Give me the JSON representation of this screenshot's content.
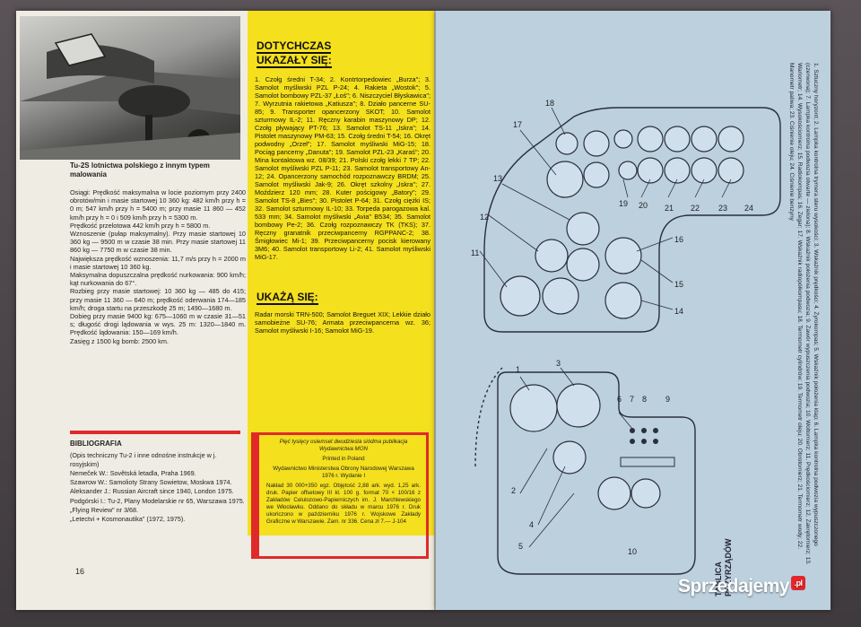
{
  "left_page": {
    "caption": "Tu-2S lotnictwa polskiego z innym typem malowania",
    "specs": [
      "Osiągi: Prędkość maksymalna w locie poziomym przy 2400 obrotów/min i masie startowej 10 360 kg: 482 km/h przy h = 0 m; 547 km/h przy h = 5400 m; przy masie 11 860 — 452 km/h przy h = 0 i 509 km/h przy h = 5300 m.",
      "Prędkość przelotowa 442 km/h przy h = 5800 m.",
      "Wznoszenie (pułap maksymalny). Przy masie startowej 10 360 kg — 9500 m w czasie 38 min. Przy masie startowej 11 860 kg — 7750 m w czasie 38 min.",
      "Największa prędkość wznoszenia: 11,7 m/s przy h = 2000 m i masie startowej 10 360 kg.",
      "Maksymalna dopuszczalna prędkość nurkowania: 900 km/h; kąt nurkowania do 67°.",
      "Rozbieg przy masie startowej: 10 360 kg — 485 do 415; przy masie 11 360 — 640 m; prędkość oderwania 174—185 km/h; droga startu na przeszkodę 25 m; 1490—1680 m.",
      "Dobieg przy masie 9400 kg: 675—1060 m w czasie 31—51 s; długość drogi lądowania w wys. 25 m: 1320—1840 m. Prędkość lądowania: 150—169 km/h.",
      "Zasięg z 1500 kg bomb: 2500 km."
    ],
    "bibliography_title": "BIBLIOGRAFIA",
    "bibliography": [
      "(Opis techniczny Tu-2 i inne odnośne instrukcje w j. rosyjskim)",
      "Nemeček W.: Sovětská letadla, Praha 1969.",
      "Szawrow W.: Samolioty Strany Sowietow, Moskwa 1974.",
      "Aleksander J.: Russian Aircraft since 1940, London 1975.",
      "Podgórski I.: Tu-2, Plany Modelarskie nr 65, Warszawa 1975.",
      "„Flying Review\" nr 3/68.",
      "„Letectvi + Kosmonautika\" (1972, 1975)."
    ],
    "page_number": "16",
    "imprint": [
      "Pięć tysięcy osiemset dwudziesta siódma publikacja Wydawnictwa MON",
      "Printed in Poland",
      "Wydawnictwo Ministerstwa Obrony Narodowej Warszawa 1976 r. Wydanie I",
      "Nakład 30 000+350 egz. Objętość 2,88 ark. wyd. 1,25 ark. druk. Papier offsetowy III kl. 100 g. format 70 × 100/16 z Zakładów Celulozowo-Papierniczych im. J. Marchlewskiego we Włocławku. Oddano do składu w marcu 1976 r. Druk ukończono w październiku 1976 r. Wojskowe Zakłady Graficzne w Warszawie. Zam. nr 336. Cena zł 7.— J-104"
    ]
  },
  "yellow_panel": {
    "heading1_line1": "DOTYCHCZAS",
    "heading1_line2": "UKAZAŁY SIĘ:",
    "list1": "1. Czołg średni T-34; 2. Kontrtorpedowiec „Burza\"; 3. Samolot myśliwski PZL P-24; 4. Rakieta „Wostok\"; 5. Samolot bombowy PZL-37 „Łoś\"; 6. Niszczyciel Błyskawica\"; 7. Wyrzutnia rakietowa „Katiusza\"; 8. Działo pancerne SU-85; 9. Transporter opancerzony SKOT; 10. Samolot szturmowy IL-2; 11. Ręczny karabin maszynowy DP; 12. Czołg pływający PT-76; 13. Samolot TS-11 „Iskra\"; 14. Pistolet maszynowy PM-63; 15. Czołg średni T-54; 16. Okręt podwodny „Orzeł\"; 17. Samolot myśliwski MiG-15; 18. Pociąg pancerny „Danuta\"; 19. Samolot PZL-23 „Karaś\"; 20. Mina kontaktowa wz. 08/39; 21. Polski czołg lekki 7 TP; 22. Samolot myśliwski PZL P-11; 23. Samolot transportowy An-12; 24. Opancerzony samochód rozpoznawczy BRDM; 25. Samolot myśliwski Jak-9; 26. Okręt szkolny „Iskra\"; 27. Moździerz 120 mm; 28. Kuter pościgowy „Batory\"; 29. Samolot TS-8 „Bies\"; 30. Pistolet P-64; 31. Czołg ciężki IS; 32. Samolot szturmowy IL-10; 33. Torpeda parogazowa kal. 533 mm; 34. Samolot myśliwski „Avia\" B534; 35. Samolot bombowy Pe-2; 36. Czołg rozpoznawczy TK (TKS); 37. Ręczny granatnik przeciwpancerny RGPPANC-2; 38. Śmigłowiec Mi-1; 39. Przeciwpancerny pocisk kierowany 3M6; 40. Samolot transportowy Li-2; 41. Samolot myśliwski MiG-17.",
    "heading2": "UKAŻĄ SIĘ:",
    "list2": "Radar morski TRN-500; Samolot Breguet XIX; Lekkie działo samobieżne SU-76; Armata przeciwpancerna wz. 36; Samolot myśliwski I-16; Samolot MiG-19."
  },
  "right_page": {
    "legend_title_line1": "TABLICA",
    "legend_title_line2": "PRZYRZĄDÓW",
    "legend": "1. Sztuczny horyzont; 2. Lampka kontrolna trymera steru wysokości; 3. Wskaźnik prędkości; 4. Żyrokompas; 5. Wskaźnik położenia klap; 6. Lampka kontrolna podwozia wypuszczonego (czerwona); 7. Lampka kontrolna podwozia otwarte — zielona); 8. Wskaźnik położenia podwozia; 9. Zawór wypuszczenia podwozia; 10. Woltomierz; 11. Prędkościomierz; 12. Zakrętomierz; 13. Wariometr; 14. Wysokościomierz; 15. Radiokompas; 16. Zegar; 17. Wskaźnik radiopółkompasu; 18. Termometr cylindrów; 19. Termometr oleju; 20. Obrotomierz; 21. Termometr wody; 22. Manometr paliwa; 23. Ciśnienie oleju; 24. Ciśnienie benzyny",
    "callouts_top": [
      "11",
      "12",
      "13",
      "17",
      "18",
      "14",
      "15",
      "16",
      "19",
      "20",
      "21",
      "22",
      "23",
      "24"
    ],
    "callouts_bottom": [
      "1",
      "2",
      "3",
      "4",
      "5",
      "6",
      "7",
      "8",
      "9",
      "10"
    ]
  },
  "watermark": "Sprzedajemy",
  "watermark_badge": ".pl"
}
